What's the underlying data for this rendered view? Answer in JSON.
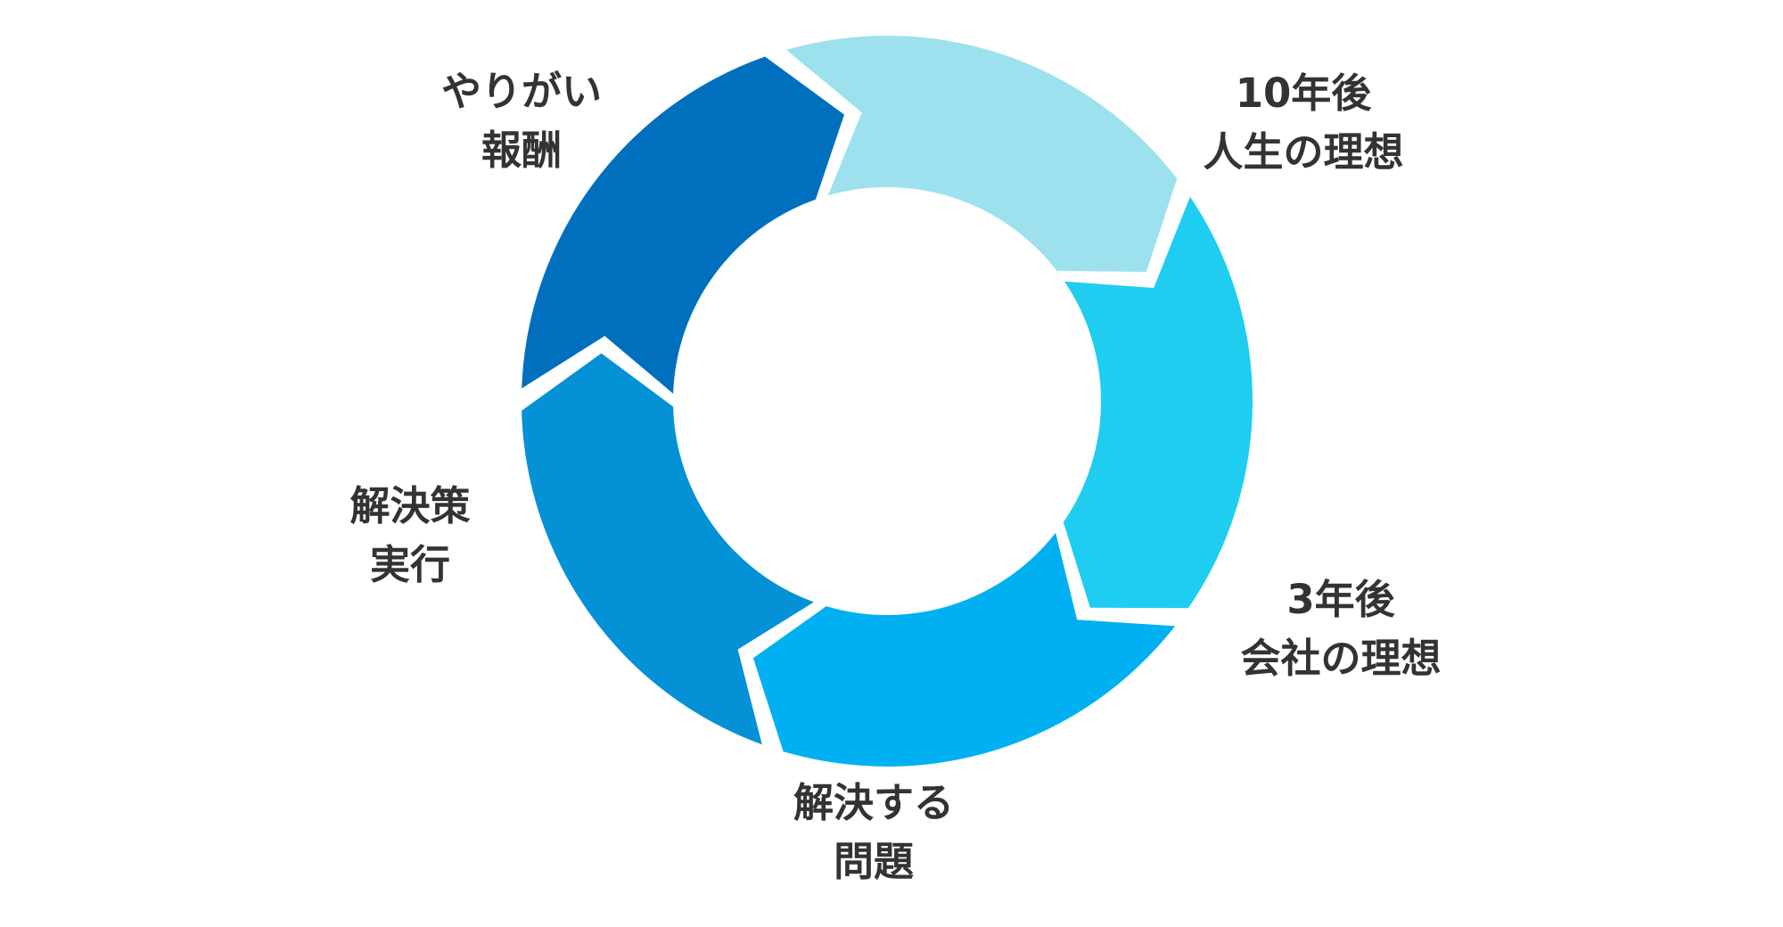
{
  "diagram": {
    "segments": [
      {
        "lines": [
          "10年後",
          "人生の理想"
        ],
        "color": "#1FCDF0"
      },
      {
        "lines": [
          "3年後",
          "会社の理想"
        ],
        "color": "#01B0F1"
      },
      {
        "lines": [
          "解決する",
          "問題"
        ],
        "color": "#0591D5"
      },
      {
        "lines": [
          "解決策",
          "実行"
        ],
        "color": "#0070BE"
      },
      {
        "lines": [
          "やりがい",
          "報酬"
        ],
        "color": "#9DE1EE"
      }
    ]
  }
}
